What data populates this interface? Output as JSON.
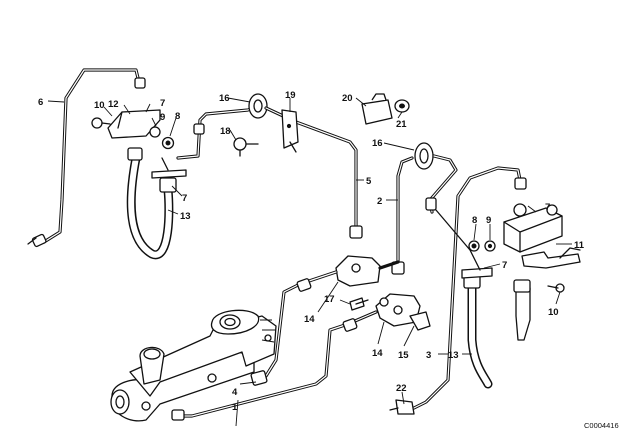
{
  "diagram": {
    "callouts": {
      "c1": "1",
      "c2": "2",
      "c3": "3",
      "c4": "4",
      "c5": "5",
      "c6": "6",
      "c7a": "7",
      "c7b": "7",
      "c7c": "7",
      "c7d": "7",
      "c8a": "8",
      "c8b": "8",
      "c9a": "9",
      "c9b": "9",
      "c10a": "10",
      "c10b": "10",
      "c11": "11",
      "c12": "12",
      "c13a": "13",
      "c13b": "13",
      "c14a": "14",
      "c14b": "14",
      "c15": "15",
      "c16a": "16",
      "c16b": "16",
      "c17": "17",
      "c18": "18",
      "c19": "19",
      "c20": "20",
      "c21": "21",
      "c22": "22"
    },
    "image_code": "C0004416"
  }
}
